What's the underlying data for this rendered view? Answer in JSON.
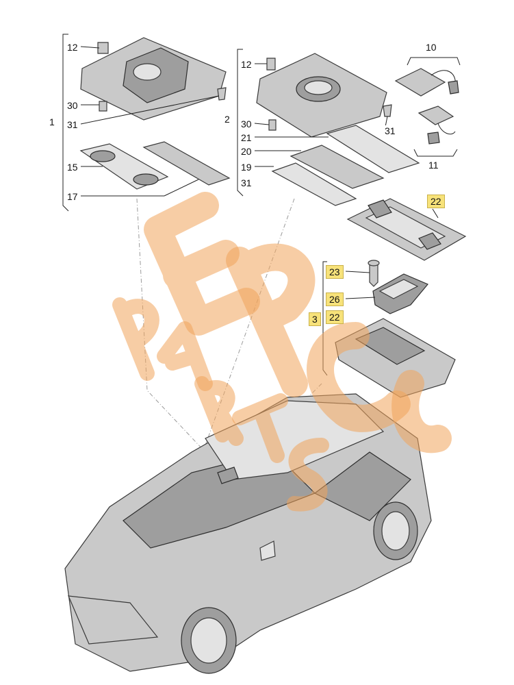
{
  "callouts": {
    "g1_12": "12",
    "g1_30": "30",
    "g1_31": "31",
    "g1_1": "1",
    "g1_15": "15",
    "g1_17": "17",
    "g2_12": "12",
    "g2_2": "2",
    "g2_30": "30",
    "g2_21": "21",
    "g2_20": "20",
    "g2_19": "19",
    "g2_31": "31",
    "g2_31b": "31",
    "g3_10": "10",
    "g3_11": "11",
    "g4_22": "22",
    "g5_23": "23",
    "g5_26": "26",
    "g5_3": "3",
    "g5_22": "22"
  },
  "highlight_color": "#f7e27a",
  "watermark_color": "#f0a45b"
}
